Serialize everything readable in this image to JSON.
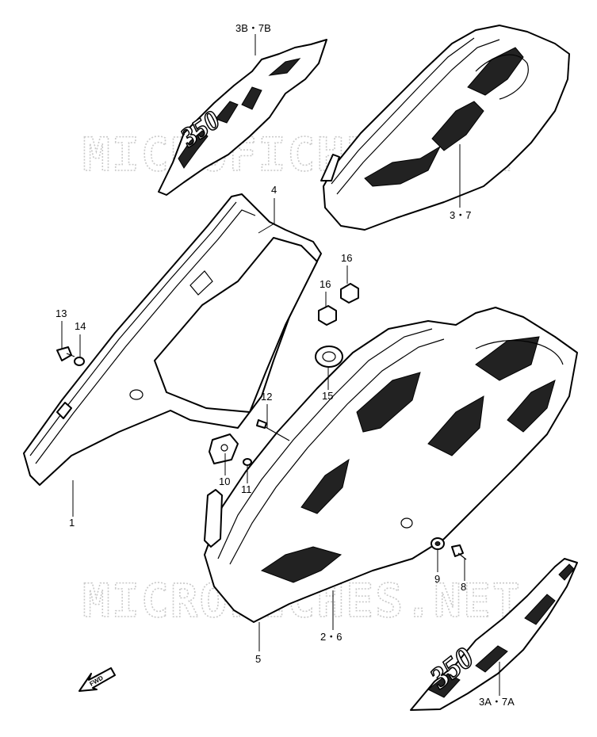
{
  "watermark": {
    "upper": "MICROFICHES.NET",
    "lower": "MICROFICHES.NET"
  },
  "callouts": {
    "c3b7b": "3B・7B",
    "c37": "3・7",
    "c4": "4",
    "c16a": "16",
    "c16b": "16",
    "c13": "13",
    "c14": "14",
    "c15": "15",
    "c12": "12",
    "c10": "10",
    "c11": "11",
    "c1": "1",
    "c9": "9",
    "c8": "8",
    "c26": "2・6",
    "c5": "5",
    "c3a7a": "3A・7A"
  },
  "fwd_label": "FWD",
  "decal_text": "350"
}
